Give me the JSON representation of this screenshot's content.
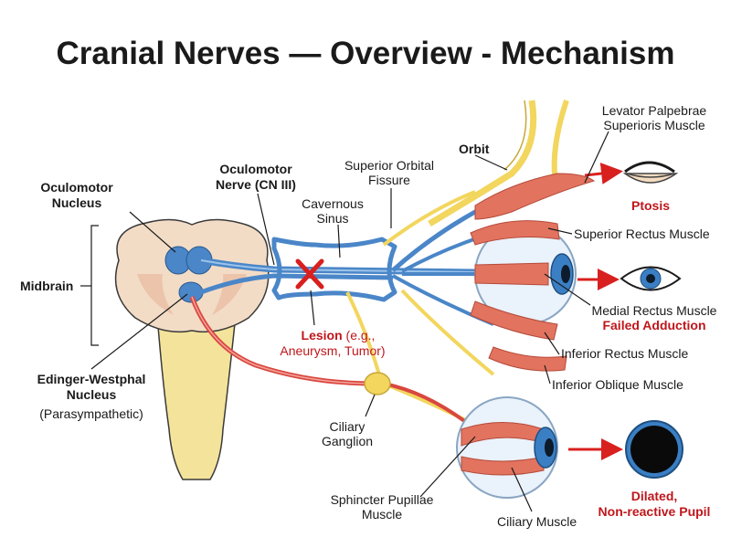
{
  "title": "Cranial Nerves — Overview - Mechanism",
  "labels": {
    "oculomotor_nucleus": [
      "Oculomotor",
      "Nucleus"
    ],
    "midbrain": "Midbrain",
    "edinger_westphal": [
      "Edinger-Westphal",
      "Nucleus"
    ],
    "parasympathetic": "(Parasympathetic)",
    "oculomotor_nerve": [
      "Oculomotor",
      "Nerve (CN III)"
    ],
    "cavernous_sinus": [
      "Cavernous",
      "Sinus"
    ],
    "superior_orbital_fissure": [
      "Superior Orbital",
      "Fissure"
    ],
    "orbit": "Orbit",
    "lesion": "Lesion",
    "lesion_detail_1": " (e.g.,",
    "lesion_detail_2": "Aneurysm, Tumor)",
    "levator": [
      "Levator Palpebrae",
      "Superioris Muscle"
    ],
    "superior_rectus": "Superior Rectus Muscle",
    "medial_rectus": "Medial Rectus Muscle",
    "failed_adduction": "Failed Adduction",
    "inferior_rectus": "Inferior Rectus Muscle",
    "inferior_oblique": "Inferior Oblique Muscle",
    "ciliary_ganglion": [
      "Ciliary",
      "Ganglion"
    ],
    "sphincter": [
      "Sphincter Pupillae",
      "Muscle"
    ],
    "ciliary_muscle": "Ciliary Muscle",
    "ptosis": "Ptosis",
    "dilated": [
      "Dilated,",
      "Non-reactive Pupil"
    ]
  },
  "colors": {
    "nerve_blue": "#4a86c8",
    "nerve_yellow": "#f2d65e",
    "nerve_red": "#d9473f",
    "muscle_red": "#e2735f",
    "midbrain": "#f3dcc6",
    "brainstem": "#f4e39a",
    "lesion": "#d8201f",
    "accent_red": "#c0161b"
  },
  "icons": [
    "lesion-x-icon",
    "closed-eye-icon",
    "open-eye-icon",
    "dilated-pupil-icon",
    "arrow-right-icon"
  ]
}
